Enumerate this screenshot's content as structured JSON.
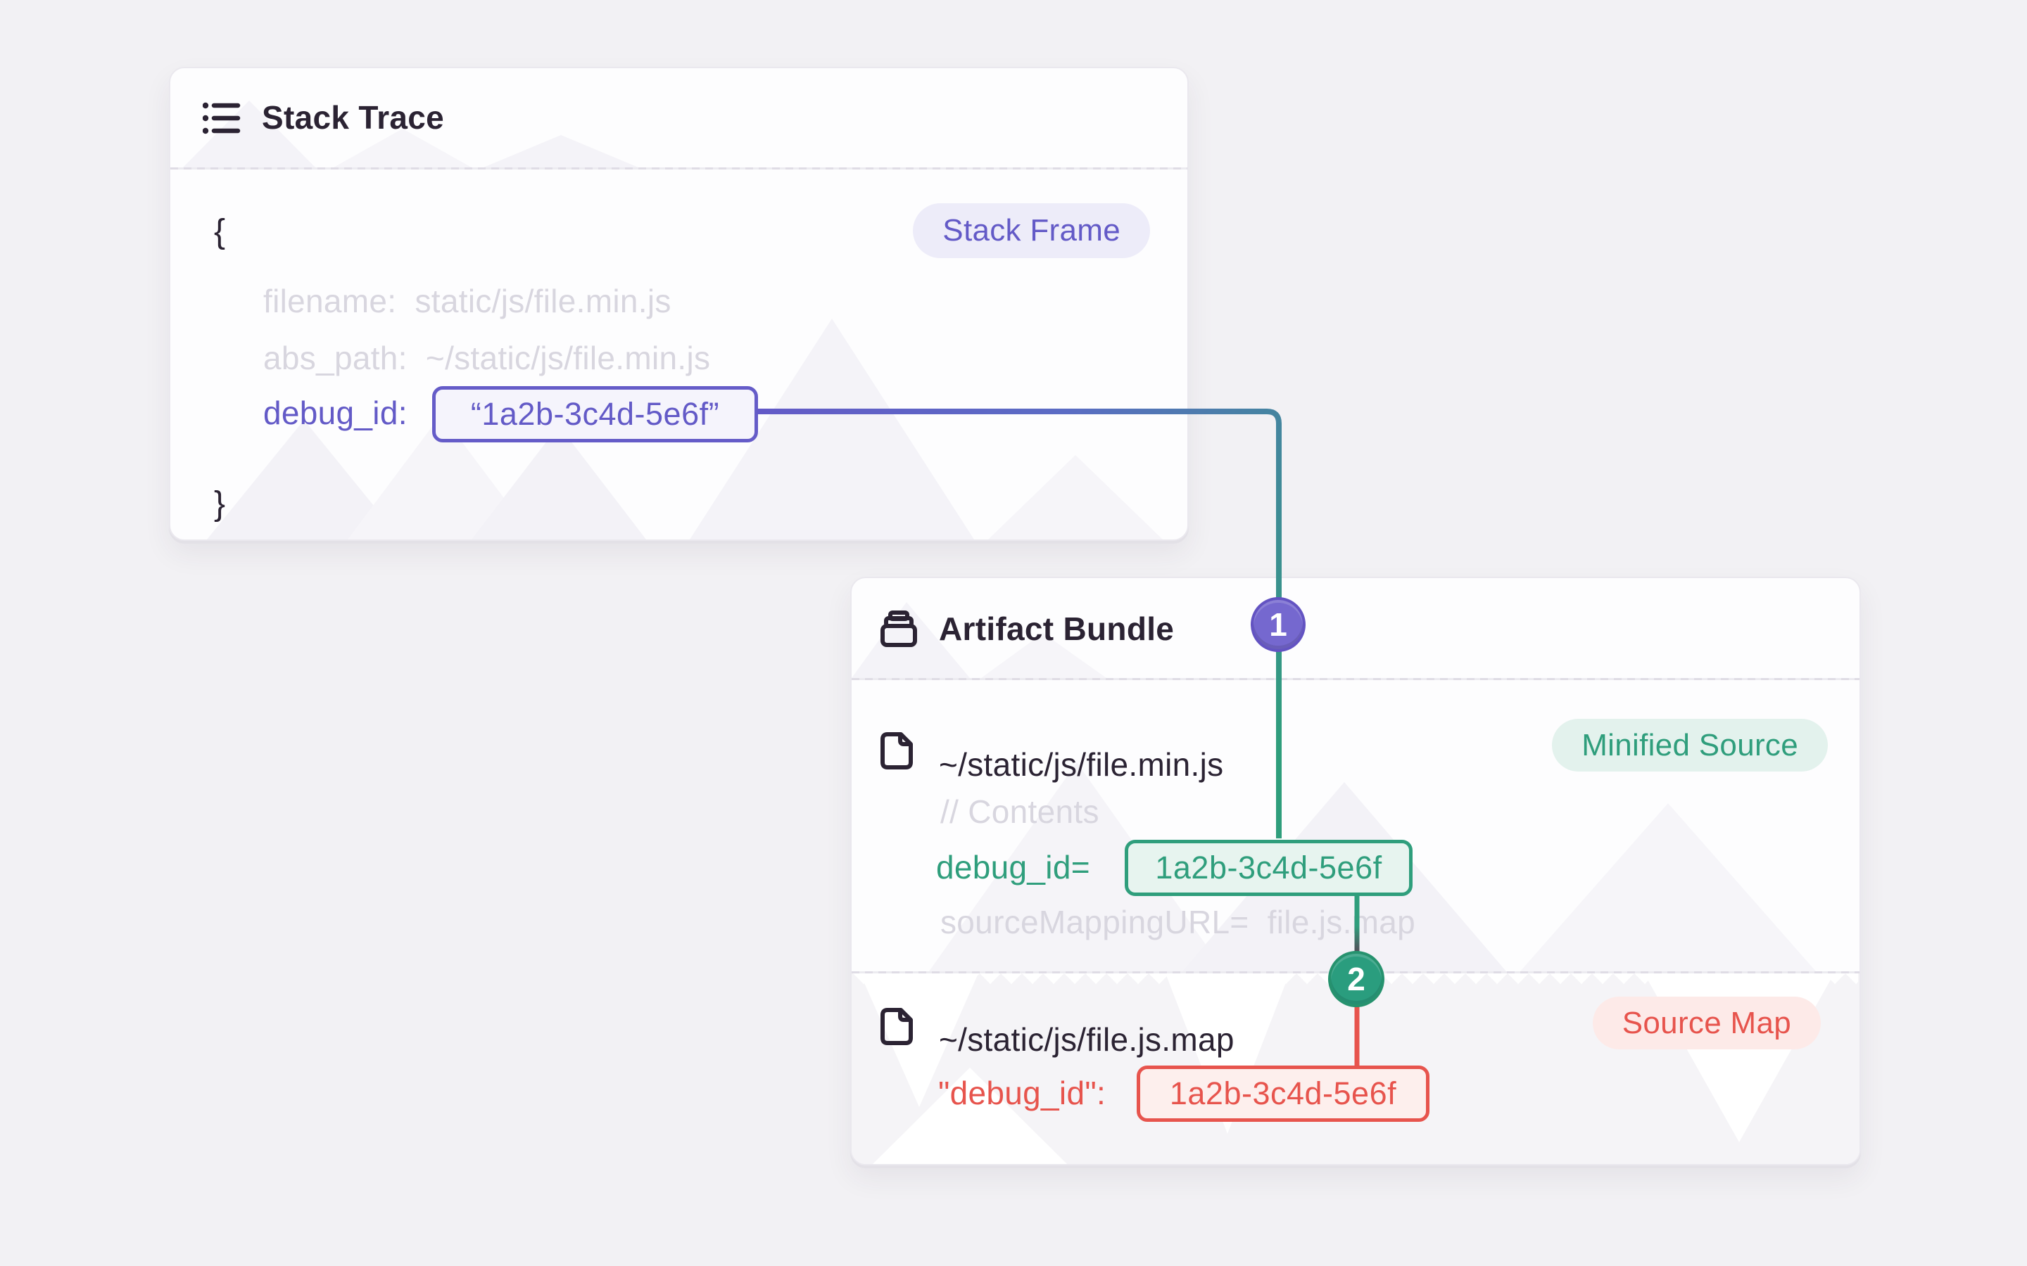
{
  "colors": {
    "page_background": "#f2f1f4",
    "card_background": "#fdfdfe",
    "accent_purple": "#635ac7",
    "accent_teal": "#2f9e7c",
    "accent_red": "#e7544d",
    "text_dark": "#2b2333",
    "text_faded": "#d8d6df",
    "step1_fill": "#7568cf",
    "step2_fill": "#2a9d7e"
  },
  "icons": {
    "stack_trace_header": "list-icon",
    "artifact_bundle_header": "archive-box-icon",
    "minified_file": "file-icon",
    "sourcemap_file": "file-icon"
  },
  "stack_trace": {
    "title": "Stack Trace",
    "frame_badge": "Stack Frame",
    "open_brace": "{",
    "close_brace": "}",
    "filename_line": "filename:  static/js/file.min.js",
    "abs_path_line": "abs_path:  ~/static/js/file.min.js",
    "debug_id_label": "debug_id:",
    "debug_id_value": "“1a2b-3c4d-5e6f”"
  },
  "artifact_bundle": {
    "title": "Artifact Bundle",
    "minified_source": {
      "filename": "~/static/js/file.min.js",
      "type_badge": "Minified Source",
      "contents_comment": "// Contents",
      "debug_id_label": "debug_id=",
      "debug_id_value": "1a2b-3c4d-5e6f",
      "source_mapping_line": "sourceMappingURL=  file.js.map"
    },
    "source_map": {
      "filename": "~/static/js/file.js.map",
      "type_badge": "Source Map",
      "debug_id_label": "\"debug_id\":",
      "debug_id_value": "1a2b-3c4d-5e6f"
    }
  },
  "steps": {
    "step_1": "1",
    "step_2": "2"
  }
}
